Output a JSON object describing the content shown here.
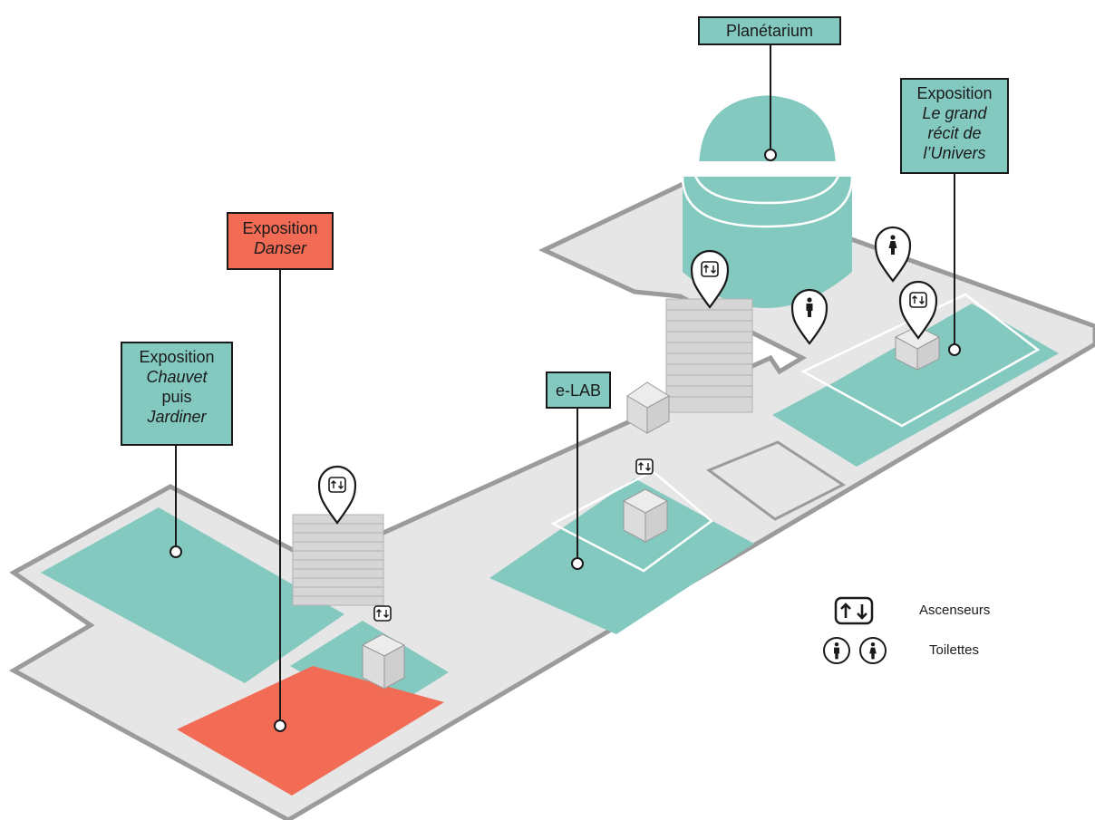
{
  "labels": {
    "planetarium": {
      "line1": "Planétarium"
    },
    "grand_recit": {
      "line1": "Exposition",
      "line2": "Le grand",
      "line3": "récit de",
      "line4": "l’Univers"
    },
    "danser": {
      "line1": "Exposition",
      "line2": "Danser"
    },
    "chauvet": {
      "line1": "Exposition",
      "line2": "Chauvet",
      "line3": "puis",
      "line4": "Jardiner"
    },
    "elab": {
      "line1": "e-LAB"
    }
  },
  "legend": {
    "elevators": {
      "label": "Ascenseurs",
      "icon": "elevator-icon"
    },
    "toilets": {
      "label": "Toilettes",
      "icons": [
        "man-icon",
        "woman-icon"
      ]
    }
  },
  "colors": {
    "floor": "#e6e6e6",
    "floor_edge": "#9b9b9b",
    "exhibit": "#84c9c0",
    "danser": "#f26b55",
    "cube": "#dcdcdc"
  }
}
